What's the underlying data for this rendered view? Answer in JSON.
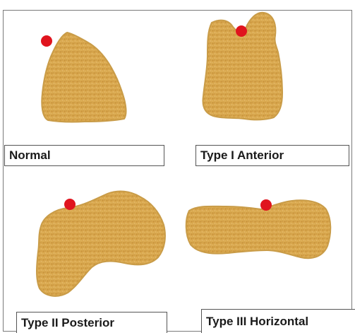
{
  "figure": {
    "panels": [
      {
        "id": "normal",
        "label": "Normal"
      },
      {
        "id": "type1",
        "label": "Type I Anterior"
      },
      {
        "id": "type2",
        "label": "Type II Posterior"
      },
      {
        "id": "type3",
        "label": "Type III Horizontal"
      }
    ]
  },
  "colors": {
    "shape_fill": "#D9A84E",
    "shape_texture": "#C8913A",
    "marker": "#E0141E",
    "frame": "#7a7a7a"
  }
}
